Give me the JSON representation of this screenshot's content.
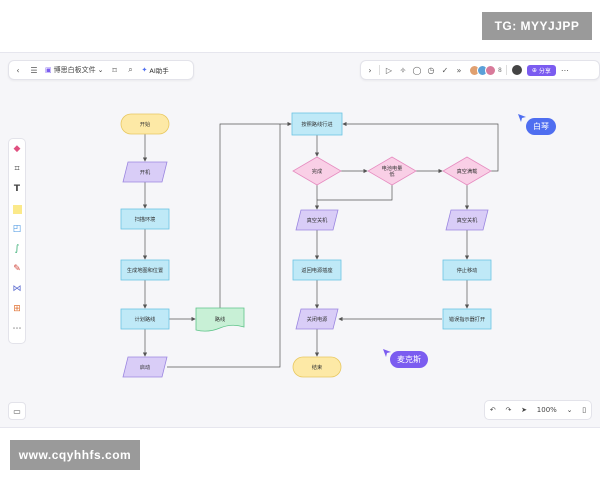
{
  "watermarks": {
    "top": "TG: MYYJJPP",
    "bottom": "www.cqyhhfs.com"
  },
  "toolbar": {
    "file_name": "博思白板文件",
    "ai_label": "AI助手",
    "share_label": "分享",
    "avatars": [
      "#e0a070",
      "#5aa0d8",
      "#d87a9a"
    ],
    "extra_count": "8"
  },
  "left_tools": [
    "palette-icon",
    "frame-icon",
    "text-icon",
    "sticky-note-icon",
    "shape-icon",
    "connector-icon",
    "pen-icon",
    "mindmap-icon",
    "template-icon",
    "more-icon"
  ],
  "zoom": "100%",
  "collaborators": [
    {
      "name": "白琴",
      "color": "#4f6ef0"
    },
    {
      "name": "麦克斯",
      "color": "#7b5cf0"
    }
  ],
  "flowchart": {
    "start": "开始",
    "power_on": "开机",
    "scan_env": "扫描环境",
    "gen_map": "生成地图和位置",
    "plan_route": "计划路线",
    "route": "路线",
    "launch": "启动",
    "run_route": "按照路线行进",
    "done": "完成",
    "battery_low": "电池电量低",
    "vacuum_full": "真空满载",
    "vacuum_off_a": "真空关机",
    "vacuum_off_b": "真空关机",
    "return_dock": "返回电源插座",
    "stop_move": "停止移动",
    "power_off": "关闭电源",
    "error_light": "错误指示器打开",
    "end": "结束"
  },
  "colors": {
    "terminal": "#fde9a6",
    "terminal_border": "#e8c860",
    "process": "#bfe9f7",
    "process_border": "#6cc3e3",
    "io": "#d9cdf7",
    "io_border": "#9b86e0",
    "decision": "#f9cfe6",
    "decision_border": "#e68cc0",
    "document": "#c8f0d6",
    "document_border": "#5fc48a",
    "line": "#555555"
  }
}
